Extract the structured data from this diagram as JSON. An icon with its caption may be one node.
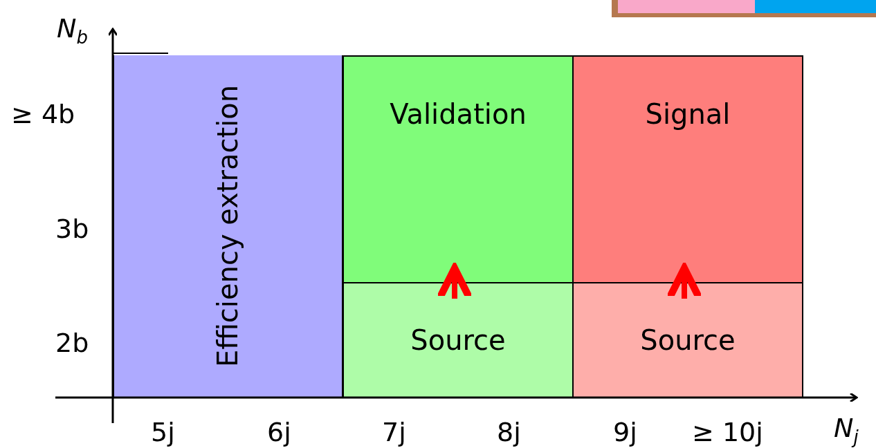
{
  "diagram": {
    "nodes": [
      {
        "text": [
          "Efficiency extraction"
        ]
      },
      {
        "text": [
          "Validation"
        ]
      },
      {
        "text": [
          "Source"
        ]
      },
      {
        "text": [
          "Signal"
        ]
      },
      {
        "text": [
          "Source"
        ]
      }
    ],
    "edges": [
      {
        "from": 2,
        "to": 1,
        "arrow": "to",
        "color": "#ff0000"
      },
      {
        "from": 4,
        "to": 3,
        "arrow": "to",
        "color": "#ff0000"
      }
    ],
    "labels": [
      "*N*$_{b}$",
      "≥ 4b",
      "3b",
      "2b",
      "5j",
      "6j",
      "7j",
      "8j",
      "9j",
      "≥ 10j",
      "*N*$_{j}$"
    ]
  }
}
